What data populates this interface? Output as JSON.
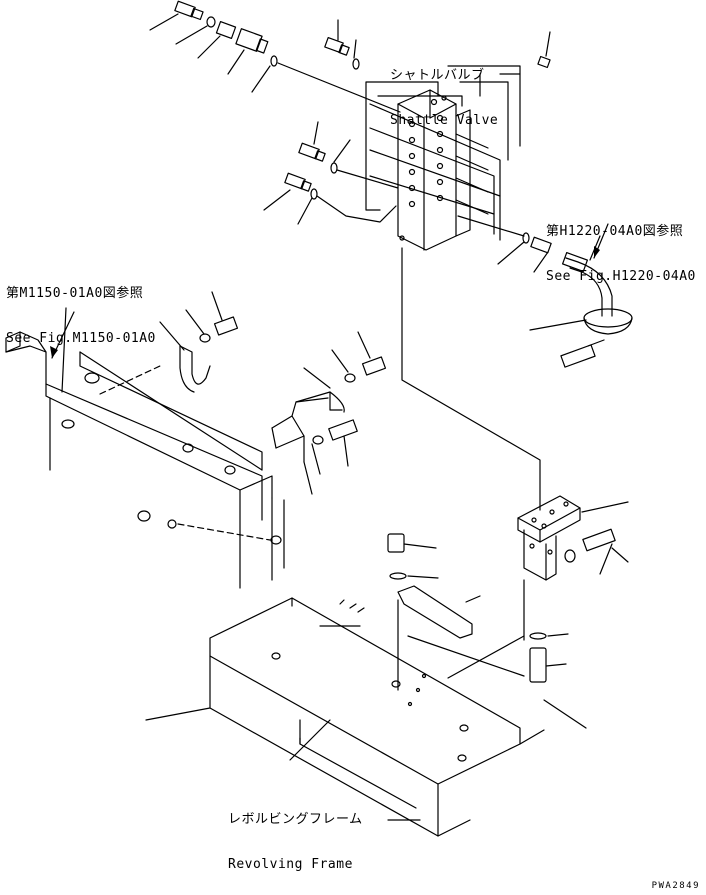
{
  "labels": {
    "shuttle_valve": {
      "jp": "シャトルバルブ",
      "en": "Shattle Valve"
    },
    "ref_h1220": {
      "jp": "第H1220-04A0図参照",
      "en": "See Fig.H1220-04A0"
    },
    "ref_m1150": {
      "jp": "第M1150-01A0図参照",
      "en": "See Fig.M1150-01A0"
    },
    "revolving_frame": {
      "jp": "レボルビングフレーム",
      "en": "Revolving Frame"
    }
  },
  "drawing_code": "PWA2849"
}
